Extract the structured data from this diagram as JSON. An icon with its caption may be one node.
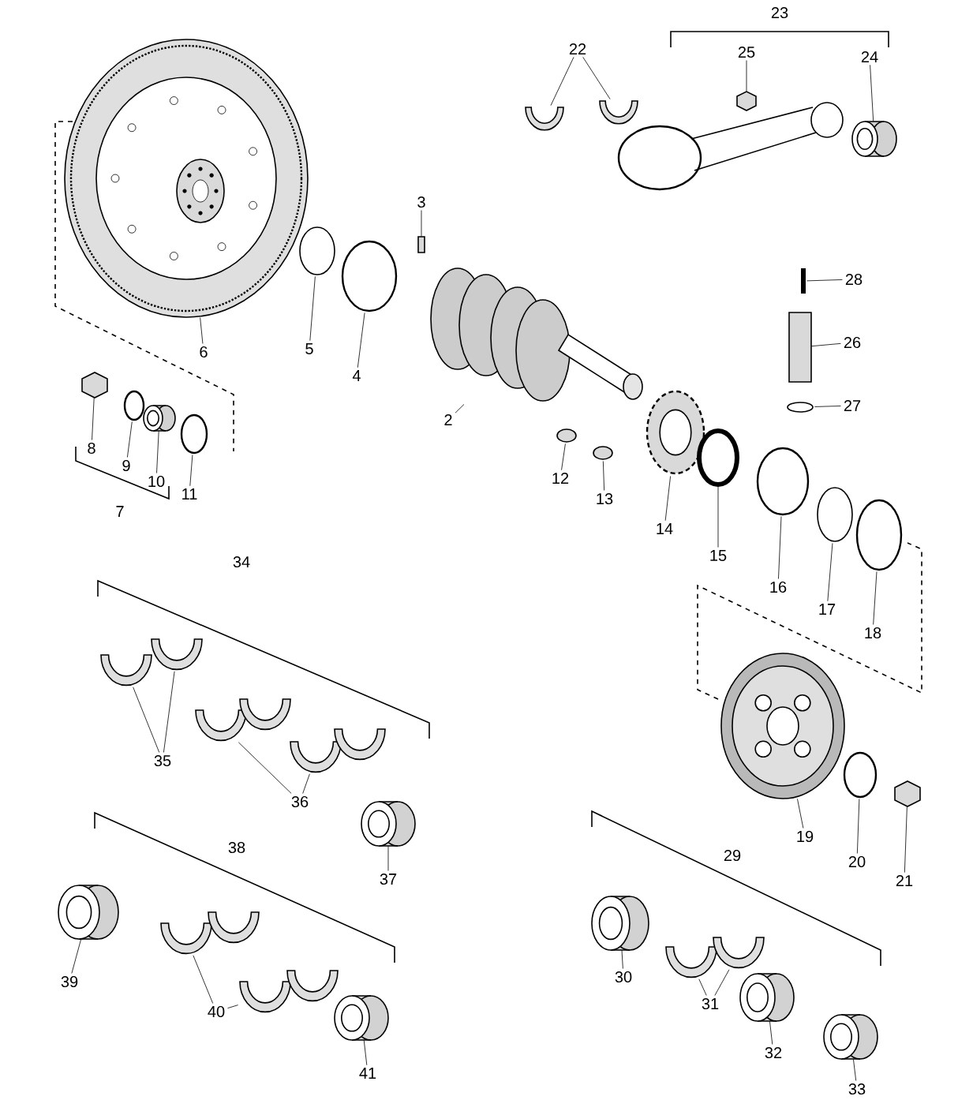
{
  "diagram": {
    "nodes": [
      {
        "text": [
          "22"
        ]
      },
      {
        "text": [
          "25"
        ]
      },
      {
        "text": [
          "24"
        ]
      },
      {
        "text": [
          "3"
        ]
      },
      {
        "text": [
          "6"
        ]
      },
      {
        "text": [
          "5"
        ]
      },
      {
        "text": [
          "4"
        ]
      },
      {
        "text": [
          "2"
        ]
      },
      {
        "text": [
          "28"
        ]
      },
      {
        "text": [
          "26"
        ]
      },
      {
        "text": [
          "27"
        ]
      },
      {
        "text": [
          "8"
        ]
      },
      {
        "text": [
          "9"
        ]
      },
      {
        "text": [
          "10"
        ]
      },
      {
        "text": [
          "11"
        ]
      },
      {
        "text": [
          "12"
        ]
      },
      {
        "text": [
          "13"
        ]
      },
      {
        "text": [
          "14"
        ]
      },
      {
        "text": [
          "15"
        ]
      },
      {
        "text": [
          "16"
        ]
      },
      {
        "text": [
          "17"
        ]
      },
      {
        "text": [
          "18"
        ]
      },
      {
        "text": [
          "35"
        ]
      },
      {
        "text": [
          "36"
        ]
      },
      {
        "text": [
          "37"
        ]
      },
      {
        "text": [
          "19"
        ]
      },
      {
        "text": [
          "20"
        ]
      },
      {
        "text": [
          "21"
        ]
      },
      {
        "text": [
          "39"
        ]
      },
      {
        "text": [
          "40"
        ]
      },
      {
        "text": [
          "41"
        ]
      },
      {
        "text": [
          "30"
        ]
      },
      {
        "text": [
          "31"
        ]
      },
      {
        "text": [
          "32"
        ]
      },
      {
        "text": [
          "33"
        ]
      },
      {
        "text": [],
        "shape": "picture"
      },
      {
        "text": [],
        "shape": "picture"
      },
      {
        "text": [],
        "shape": "hexagon"
      },
      {
        "text": [],
        "shape": "cylinder"
      },
      {
        "text": [],
        "shape": "box"
      },
      {
        "text": [],
        "shape": "picture"
      },
      {
        "text": [],
        "shape": "circle"
      },
      {
        "text": [],
        "shape": "circle"
      },
      {
        "text": [],
        "shape": "picture"
      },
      {
        "text": [],
        "shape": "bar"
      },
      {
        "text": [],
        "shape": "box"
      },
      {
        "text": [],
        "shape": "circle"
      },
      {
        "text": [],
        "shape": "hexagon"
      },
      {
        "text": [],
        "shape": "circle"
      },
      {
        "text": [],
        "shape": "cylinder"
      },
      {
        "text": [],
        "shape": "circle"
      },
      {
        "text": [],
        "shape": "circle"
      },
      {
        "text": [],
        "shape": "circle"
      },
      {
        "text": [],
        "shape": "picture"
      },
      {
        "text": [],
        "shape": "circle"
      },
      {
        "text": [],
        "shape": "circle"
      },
      {
        "text": [],
        "shape": "circle"
      },
      {
        "text": [],
        "shape": "circle"
      },
      {
        "text": [],
        "shape": "picture"
      },
      {
        "text": [],
        "shape": "picture"
      },
      {
        "text": [],
        "shape": "picture"
      },
      {
        "text": [],
        "shape": "picture"
      },
      {
        "text": [],
        "shape": "cylinder"
      },
      {
        "text": [],
        "shape": "picture"
      },
      {
        "text": [],
        "shape": "circle"
      },
      {
        "text": [],
        "shape": "hexagon"
      },
      {
        "text": [],
        "shape": "cylinder"
      },
      {
        "text": [],
        "shape": "picture"
      },
      {
        "text": [],
        "shape": "picture"
      },
      {
        "text": [],
        "shape": "cylinder"
      },
      {
        "text": [],
        "shape": "cylinder"
      },
      {
        "text": [],
        "shape": "picture"
      },
      {
        "text": [],
        "shape": "picture"
      },
      {
        "text": [],
        "shape": "cylinder"
      },
      {
        "text": [],
        "shape": "cylinder"
      },
      {
        "text": [],
        "shape": "picture"
      },
      {
        "text": [],
        "shape": "picture"
      },
      {
        "text": [],
        "shape": "picture"
      },
      {
        "text": [],
        "shape": "picture"
      }
    ],
    "edges": [
      {
        "from": 0,
        "to": 35,
        "arrow": "none"
      },
      {
        "from": 0,
        "to": 36,
        "arrow": "none"
      },
      {
        "from": 1,
        "to": 37,
        "arrow": "none"
      },
      {
        "from": 2,
        "to": 38,
        "arrow": "none"
      },
      {
        "from": 3,
        "to": 39,
        "arrow": "none"
      },
      {
        "from": 4,
        "to": 40,
        "arrow": "none"
      },
      {
        "from": 5,
        "to": 41,
        "arrow": "none"
      },
      {
        "from": 6,
        "to": 42,
        "arrow": "none"
      },
      {
        "from": 7,
        "to": 43,
        "arrow": "none"
      },
      {
        "from": 8,
        "to": 44,
        "arrow": "none"
      },
      {
        "from": 9,
        "to": 45,
        "arrow": "none"
      },
      {
        "from": 10,
        "to": 46,
        "arrow": "none"
      },
      {
        "from": 11,
        "to": 47,
        "arrow": "none"
      },
      {
        "from": 12,
        "to": 48,
        "arrow": "none"
      },
      {
        "from": 13,
        "to": 49,
        "arrow": "none"
      },
      {
        "from": 14,
        "to": 50,
        "arrow": "none"
      },
      {
        "from": 15,
        "to": 51,
        "arrow": "none"
      },
      {
        "from": 16,
        "to": 52,
        "arrow": "none"
      },
      {
        "from": 17,
        "to": 53,
        "arrow": "none"
      },
      {
        "from": 18,
        "to": 54,
        "arrow": "none"
      },
      {
        "from": 19,
        "to": 55,
        "arrow": "none"
      },
      {
        "from": 20,
        "to": 56,
        "arrow": "none"
      },
      {
        "from": 21,
        "to": 57,
        "arrow": "none"
      },
      {
        "from": 22,
        "to": 58,
        "arrow": "none"
      },
      {
        "from": 22,
        "to": 59,
        "arrow": "none"
      },
      {
        "from": 23,
        "to": 60,
        "arrow": "none"
      },
      {
        "from": 23,
        "to": 61,
        "arrow": "none"
      },
      {
        "from": 24,
        "to": 62,
        "arrow": "none"
      },
      {
        "from": 25,
        "to": 63,
        "arrow": "none"
      },
      {
        "from": 26,
        "to": 64,
        "arrow": "none"
      },
      {
        "from": 27,
        "to": 65,
        "arrow": "none"
      },
      {
        "from": 28,
        "to": 66,
        "arrow": "none"
      },
      {
        "from": 29,
        "to": 67,
        "arrow": "none"
      },
      {
        "from": 29,
        "to": 68,
        "arrow": "none"
      },
      {
        "from": 30,
        "to": 69,
        "arrow": "none"
      },
      {
        "from": 31,
        "to": 70,
        "arrow": "none"
      },
      {
        "from": 32,
        "to": 71,
        "arrow": "none"
      },
      {
        "from": 32,
        "to": 72,
        "arrow": "none"
      },
      {
        "from": 33,
        "to": 73,
        "arrow": "none"
      },
      {
        "from": 34,
        "to": 74,
        "arrow": "none"
      }
    ],
    "labels": [
      "23",
      "7",
      "34",
      "38",
      "29"
    ]
  }
}
